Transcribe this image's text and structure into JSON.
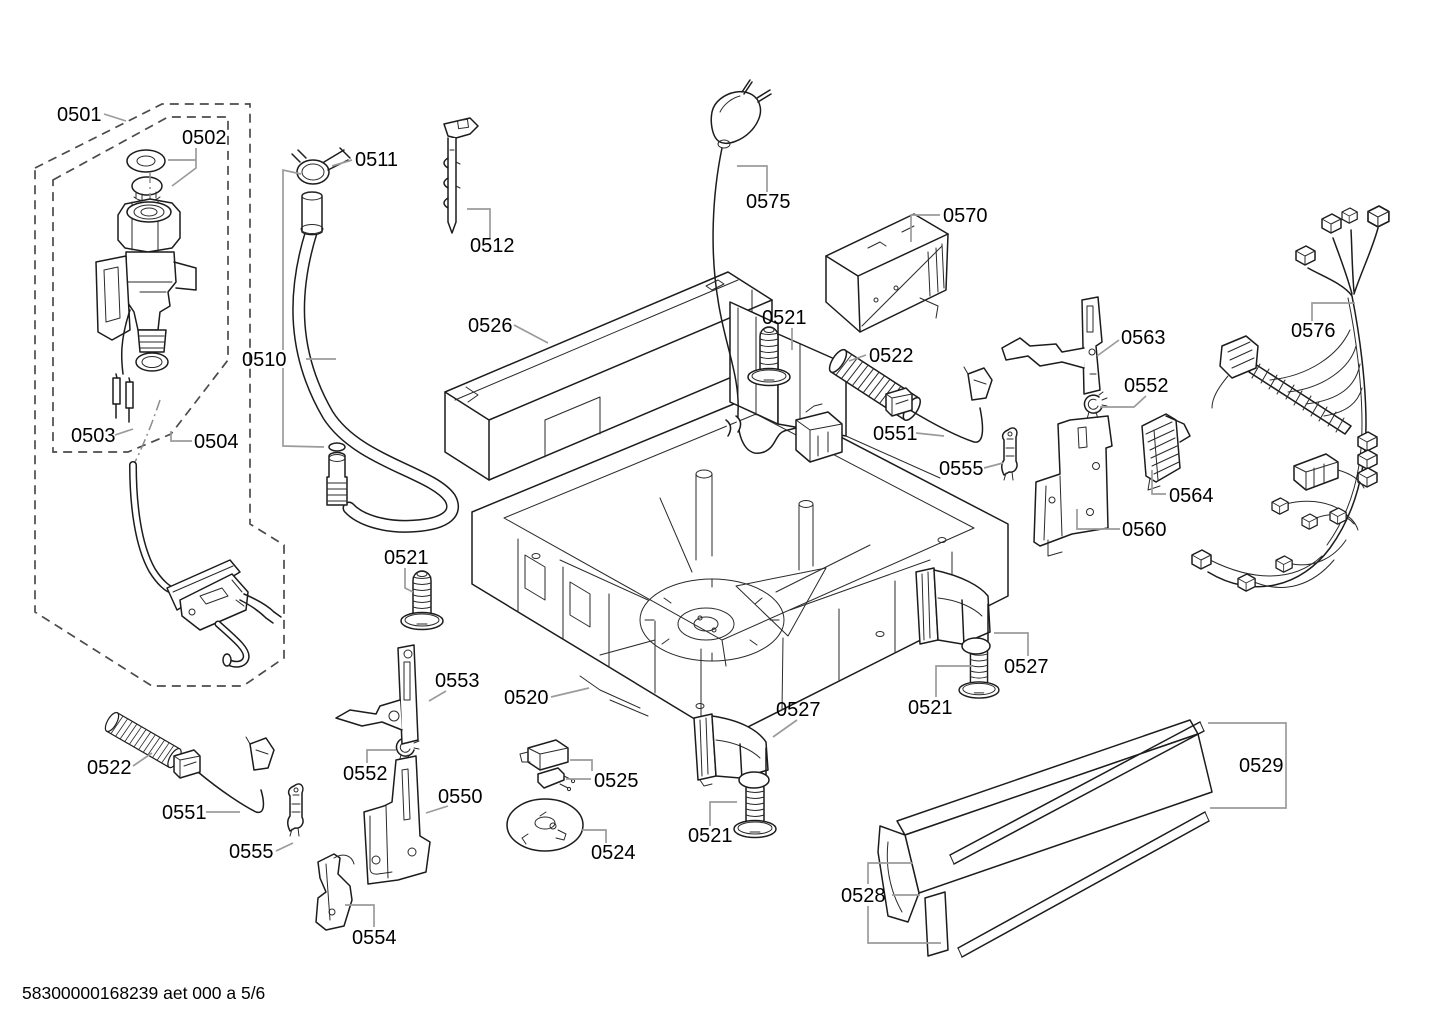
{
  "colors": {
    "background": "#ffffff",
    "line": "#1c1c1c",
    "leader": "#9b9b9b",
    "text": "#000000"
  },
  "footer": {
    "text": "58300000168239 aet 000 a 5/6"
  },
  "callouts": [
    {
      "id": "0501",
      "text": "0501"
    },
    {
      "id": "0502",
      "text": "0502"
    },
    {
      "id": "0511",
      "text": "0511"
    },
    {
      "id": "0512",
      "text": "0512"
    },
    {
      "id": "0575",
      "text": "0575"
    },
    {
      "id": "0570",
      "text": "0570"
    },
    {
      "id": "0526",
      "text": "0526"
    },
    {
      "id": "0521-top",
      "text": "0521"
    },
    {
      "id": "0522-right",
      "text": "0522"
    },
    {
      "id": "0563",
      "text": "0563"
    },
    {
      "id": "0552-right",
      "text": "0552"
    },
    {
      "id": "0551-right",
      "text": "0551"
    },
    {
      "id": "0555-right",
      "text": "0555"
    },
    {
      "id": "0564",
      "text": "0564"
    },
    {
      "id": "0560",
      "text": "0560"
    },
    {
      "id": "0576",
      "text": "0576"
    },
    {
      "id": "0510",
      "text": "0510"
    },
    {
      "id": "0504",
      "text": "0504"
    },
    {
      "id": "0503",
      "text": "0503"
    },
    {
      "id": "0521-left",
      "text": "0521"
    },
    {
      "id": "0522-left",
      "text": "0522"
    },
    {
      "id": "0551-left",
      "text": "0551"
    },
    {
      "id": "0555-left",
      "text": "0555"
    },
    {
      "id": "0553",
      "text": "0553"
    },
    {
      "id": "0552-left",
      "text": "0552"
    },
    {
      "id": "0550",
      "text": "0550"
    },
    {
      "id": "0554",
      "text": "0554"
    },
    {
      "id": "0520",
      "text": "0520"
    },
    {
      "id": "0525",
      "text": "0525"
    },
    {
      "id": "0524",
      "text": "0524"
    },
    {
      "id": "0527-center",
      "text": "0527"
    },
    {
      "id": "0521-bottom-center",
      "text": "0521"
    },
    {
      "id": "0527-right",
      "text": "0527"
    },
    {
      "id": "0521-bottom-right",
      "text": "0521"
    },
    {
      "id": "0529",
      "text": "0529"
    },
    {
      "id": "0528",
      "text": "0528"
    }
  ]
}
